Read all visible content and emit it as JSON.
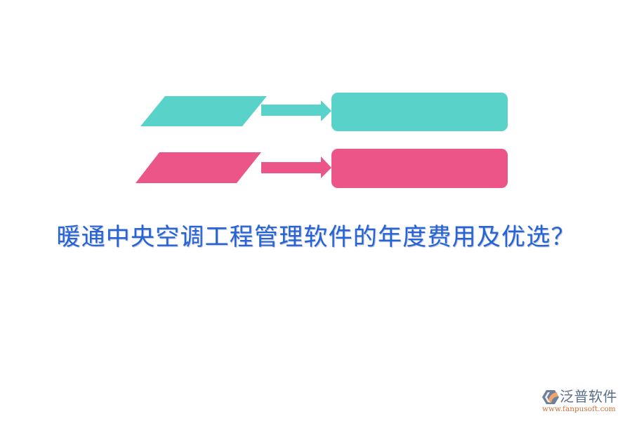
{
  "colors": {
    "teal": "#59d3ca",
    "pink": "#ec5587",
    "title": "#2563d6",
    "logo_text": "#5a6e8a",
    "logo_url": "#c8713a"
  },
  "diagram": {
    "rows": [
      {
        "input_shape": "parallelogram",
        "connector": "arrow-right",
        "output_shape": "rounded-rectangle",
        "color": "teal",
        "label": ""
      },
      {
        "input_shape": "parallelogram",
        "connector": "arrow-right",
        "output_shape": "rounded-rectangle",
        "color": "pink",
        "label": ""
      }
    ]
  },
  "title": "暖通中央空调工程管理软件的年度费用及优选？",
  "logo": {
    "icon": "fanpu-logo-icon",
    "name": "泛普软件",
    "url": "www.fanpusoft.com"
  }
}
